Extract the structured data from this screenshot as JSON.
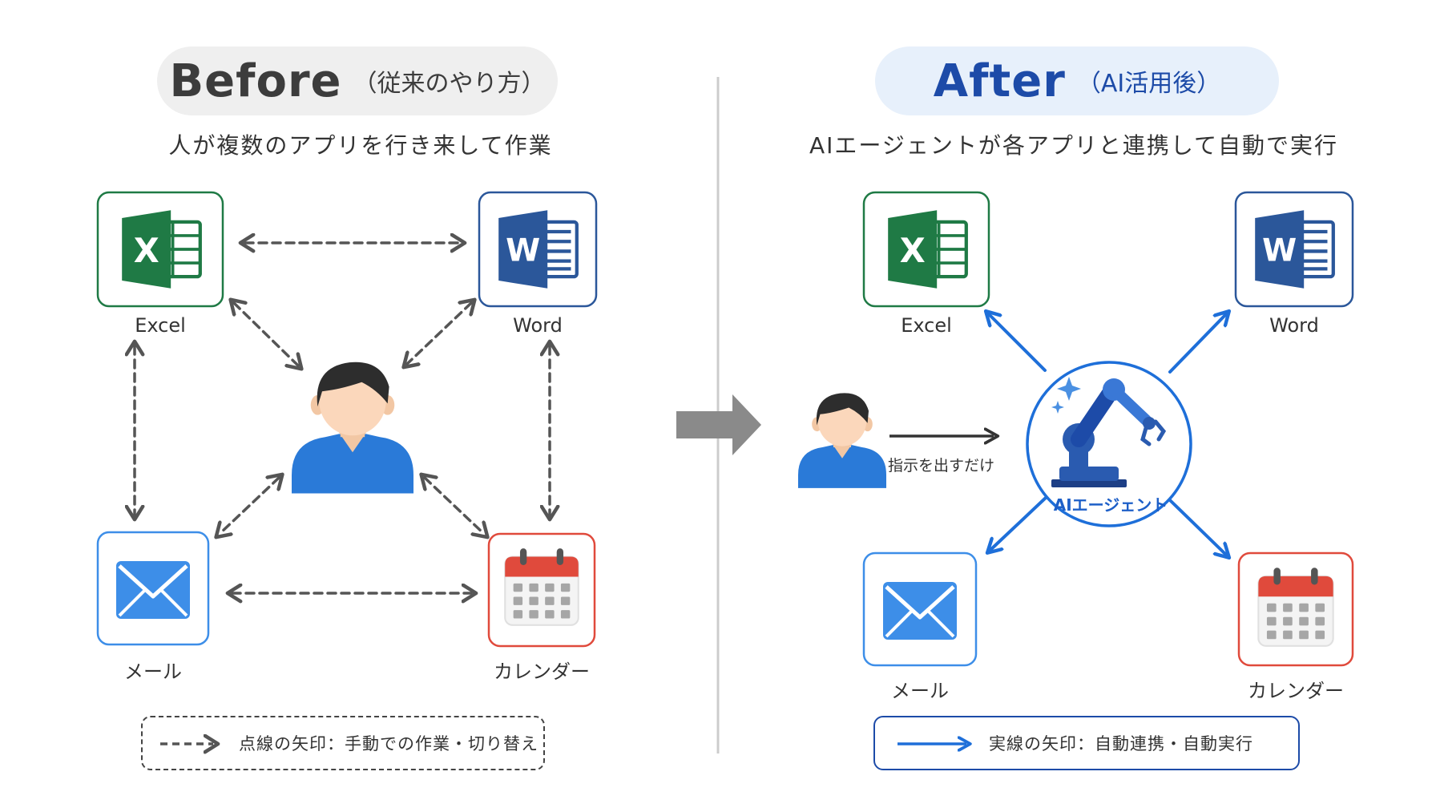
{
  "before": {
    "title": "Before",
    "title_note": "（従来のやり方）",
    "subtitle": "人が複数のアプリを行き来して作業",
    "apps": {
      "excel": "Excel",
      "word": "Word",
      "mail": "メール",
      "calendar": "カレンダー"
    },
    "legend": "点線の矢印：手動での作業・切り替え"
  },
  "after": {
    "title": "After",
    "title_note": "（AI活用後）",
    "subtitle": "AIエージェントが各アプリと連携して自動で実行",
    "instruction": "指示を出すだけ",
    "agent": "AIエージェント",
    "apps": {
      "excel": "Excel",
      "word": "Word",
      "mail": "メール",
      "calendar": "カレンダー"
    },
    "legend": "実線の矢印：自動連携・自動実行"
  },
  "icons": {
    "excel_letter": "X",
    "word_letter": "W"
  },
  "colors": {
    "excel_green": "#1f7a45",
    "word_blue": "#2b579a",
    "mail_blue": "#3d8ee8",
    "calendar_red": "#e04a3c",
    "person_blue": "#2a7ad8",
    "agent_blue": "#1d5fc8",
    "dashed_gray": "#555555",
    "divider_gray": "#cccccc"
  }
}
